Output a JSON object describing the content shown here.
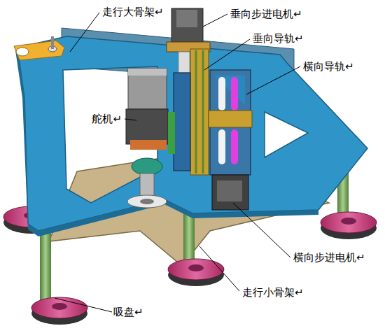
{
  "diagram": {
    "labels": [
      "走行大骨架↵",
      "垂向步进电机↵",
      "垂向导轨↵",
      "横向导轨↵",
      "舵机↵",
      "横向步进电机↵",
      "走行小骨架↵",
      "吸盘↵"
    ]
  }
}
